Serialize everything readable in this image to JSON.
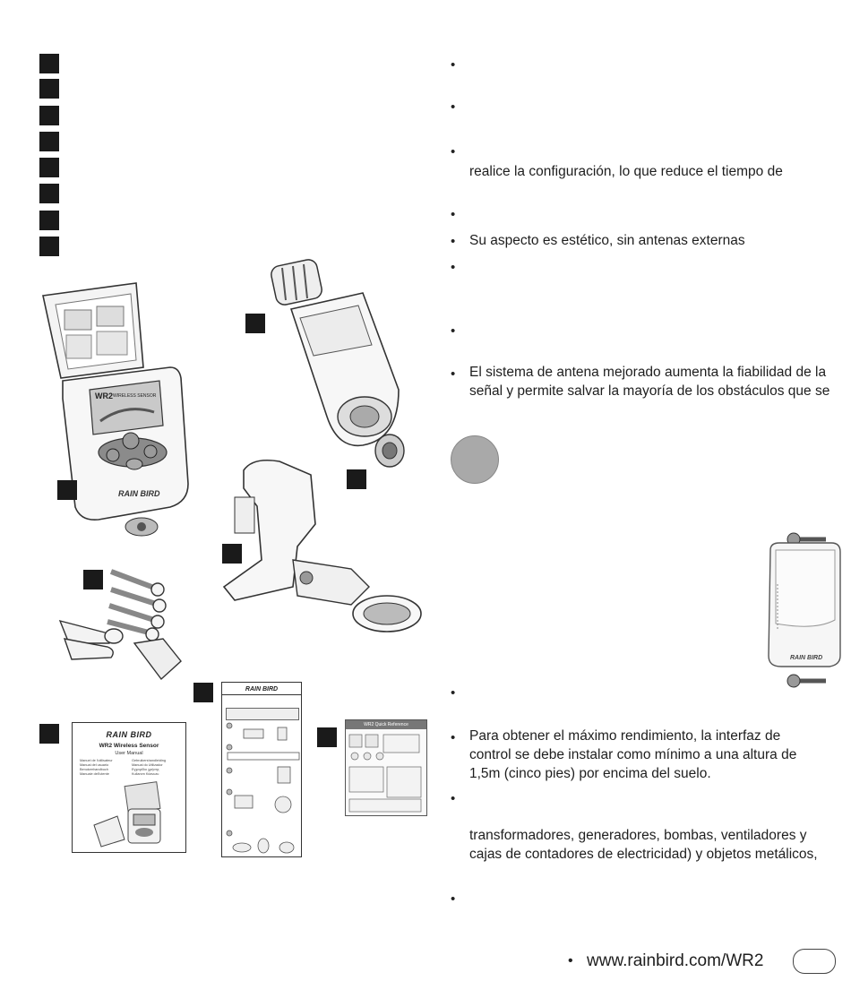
{
  "bullets": [
    "realice la configuración, lo que reduce el tiempo de",
    "Su aspecto es estético, sin antenas externas",
    "El sistema de antena mejorado aumenta la fiabilidad de la",
    "señal y permite salvar la mayoría de los obstáculos que se",
    "Para obtener el máximo rendimiento, la interfaz de",
    "control se debe instalar como mínimo a una altura de",
    "1,5m (cinco pies) por encima del suelo.",
    "transformadores, generadores, bombas, ventiladores y",
    "cajas de contadores de electricidad) y objetos metálicos,"
  ],
  "footer": {
    "url": "www.rainbird.com/WR2"
  },
  "manual_cover": {
    "brand": "RAIN BIRD",
    "title": "WR2 Wireless Sensor",
    "subtitle": "User Manual",
    "languages_left": [
      "Manuel de l'utilisateur",
      "Manual del usuario",
      "Benutzerhandbuch",
      "Manuale dell'utente"
    ],
    "languages_right": [
      "Gebruikershandleiding",
      "Manual do Utilizador",
      "Εγχειρίδιο χρήσης",
      "Kullanım Kılavuzu"
    ]
  },
  "quick_ref_card": {
    "brand": "RAIN BIRD",
    "title": "WR2 Quick Reference"
  },
  "controller_label": {
    "model": "WR2",
    "tag": "WIRELESS SENSOR",
    "brand": "RAIN BIRD"
  },
  "colors": {
    "square": "#1a1a1a",
    "circle": "#a9a9a9",
    "text": "#1e1e1e"
  }
}
